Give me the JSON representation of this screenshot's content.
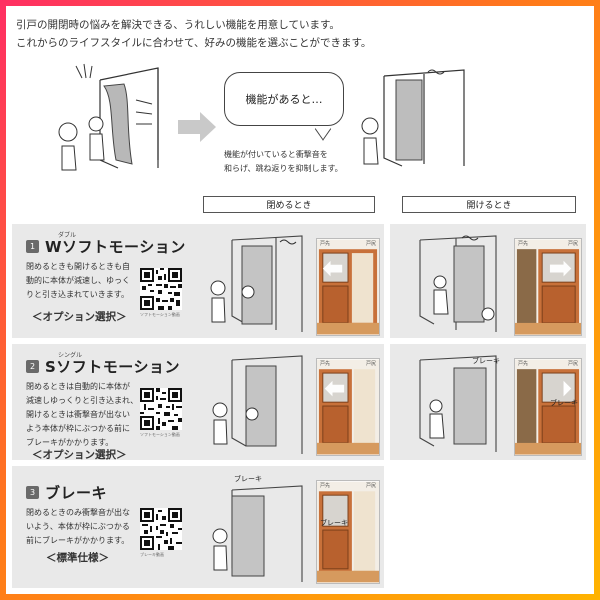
{
  "intro": {
    "line1": "引戸の開閉時の悩みを解決できる、うれしい機能を用意しています。",
    "line2": "これからのライフスタイルに合わせて、好みの機能を選ぶことができます。"
  },
  "bubble": {
    "text": "機能があると…"
  },
  "note": {
    "line1": "機能が付いていると衝撃音を",
    "line2": "和らげ、跳ね返りを抑制します。"
  },
  "columns": {
    "closing": "閉めるとき",
    "opening": "開けるとき"
  },
  "features": [
    {
      "num": "1",
      "ruby": "ダブル",
      "title": "Wソフトモーション",
      "desc": [
        "閉めるときも開けるときも自",
        "動的に本体が減速し、ゆっく",
        "りと引き込まれていきます。"
      ],
      "option": "＜オプション選択＞",
      "qr_caption": "ソフトモーション動画"
    },
    {
      "num": "2",
      "ruby": "シングル",
      "title": "Sソフトモーション",
      "desc": [
        "閉めるときは自動的に本体が",
        "減速しゆっくりと引き込まれ、",
        "開けるときは衝撃音が出ない",
        "よう本体が枠にぶつかる前に",
        "ブレーキがかかります。"
      ],
      "option": "＜オプション選択＞",
      "qr_caption": "ソフトモーション動画"
    },
    {
      "num": "3",
      "ruby": "",
      "title": "ブレーキ",
      "desc": [
        "閉めるときのみ衝撃音が出な",
        "いよう、本体が枠にぶつかる",
        "前にブレーキがかかります。"
      ],
      "option": "＜標準仕様＞",
      "qr_caption": "ブレーキ動画"
    }
  ],
  "photo_labels": {
    "left": "戸先",
    "right": "戸尻",
    "brake": "ブレーキ"
  },
  "colors": {
    "panel": "#e9e9e9",
    "wood": "#c8713a",
    "wood_dark": "#9c4f22",
    "floor": "#d69a5e",
    "frame": "#f0e6d8",
    "arrow": "#c9c9c9",
    "border_gradient": "#ff2e63"
  }
}
